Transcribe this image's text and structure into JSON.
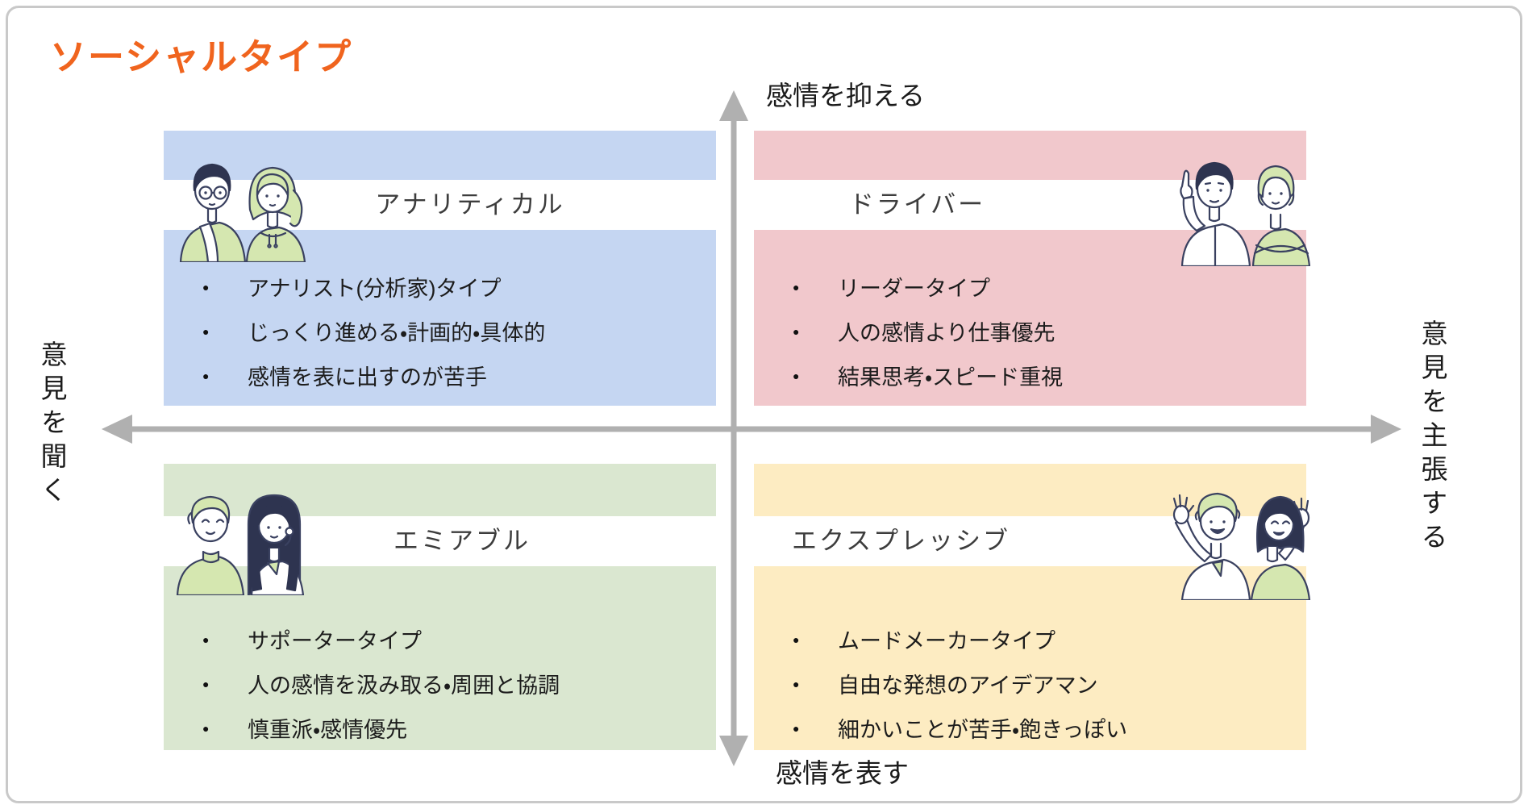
{
  "title": "ソーシャルタイプ",
  "title_color": "#f0641e",
  "axes": {
    "top_label": "感情を抑える",
    "bottom_label": "感情を表す",
    "left_label": "意見を聞く",
    "right_label": "意見を主張する",
    "color": "#b0b0b0"
  },
  "quadrants": [
    {
      "id": "analytical",
      "title": "アナリティカル",
      "color": "#c5d6f2",
      "bullets": [
        "アナリスト(分析家)タイプ",
        "じっくり進める・計画的・具体的",
        "感情を表に出すのが苦手"
      ]
    },
    {
      "id": "driver",
      "title": "ドライバー",
      "color": "#f1c8cc",
      "bullets": [
        "リーダータイプ",
        "人の感情より仕事優先",
        "結果思考・スピード重視"
      ]
    },
    {
      "id": "amiable",
      "title": "エミアブル",
      "color": "#dae7d0",
      "bullets": [
        "サポータータイプ",
        "人の感情を汲み取る・周囲と協調",
        "慎重派・感情優先"
      ]
    },
    {
      "id": "expressive",
      "title": "エクスプレッシブ",
      "color": "#fdecc2",
      "bullets": [
        "ムードメーカータイプ",
        "自由な発想のアイデアマン",
        "細かいことが苦手・飽きっぽい"
      ]
    }
  ]
}
